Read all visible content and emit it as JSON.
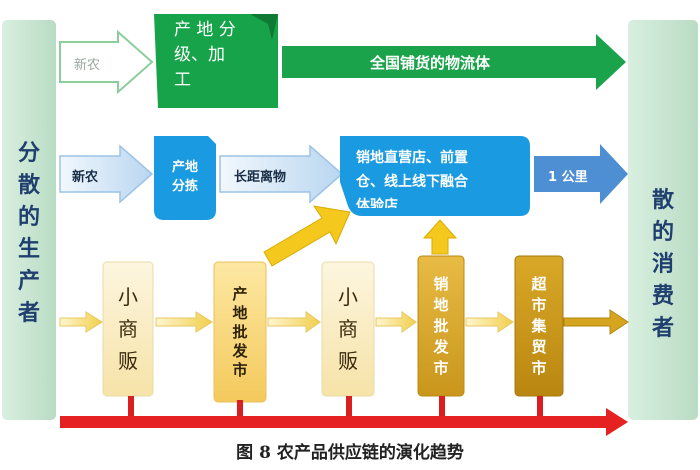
{
  "producers": [
    "分",
    "散",
    "的",
    "生",
    "产",
    "者"
  ],
  "consumers": [
    "散",
    "的",
    "消",
    "费",
    "者"
  ],
  "row1": {
    "input_label": "新农",
    "process_lines": [
      "产 地 分",
      "级、加",
      "工"
    ],
    "channel_label": "全国铺货的物流体"
  },
  "row2": {
    "input_label": "新农",
    "process_lines": [
      "产地",
      "分拣"
    ],
    "transport_label": "长距离物",
    "retail_lines": [
      "销地直营店、前置",
      "仓、线上线下融合",
      "体验店"
    ],
    "last_mile_label": "1 公里"
  },
  "row3": [
    {
      "chars": [
        "小",
        "商",
        "贩"
      ]
    },
    {
      "chars": [
        "产",
        "地",
        "批",
        "发",
        "市"
      ]
    },
    {
      "chars": [
        "小",
        "商",
        "贩"
      ]
    },
    {
      "chars": [
        "销",
        "地",
        "批",
        "发",
        "市"
      ]
    },
    {
      "chars": [
        "超",
        "市",
        "集",
        "贸",
        "市"
      ]
    }
  ],
  "caption": "图 8 农产品供应链的演化趋势",
  "colors": {
    "side_panel": "#cbe6d2",
    "green": "#1aa34a",
    "blue": "#1a9ae0",
    "blue_arrow": "#4e97d8",
    "light_blue_arrow": "#cfe4f6",
    "yellow_arrow": "#f4c81c",
    "red": "#e62121",
    "box_light": "#fbf0cc",
    "box_mid": "#fadb8a",
    "box_gold": "#e6b739",
    "box_dark": "#c89a1e"
  }
}
